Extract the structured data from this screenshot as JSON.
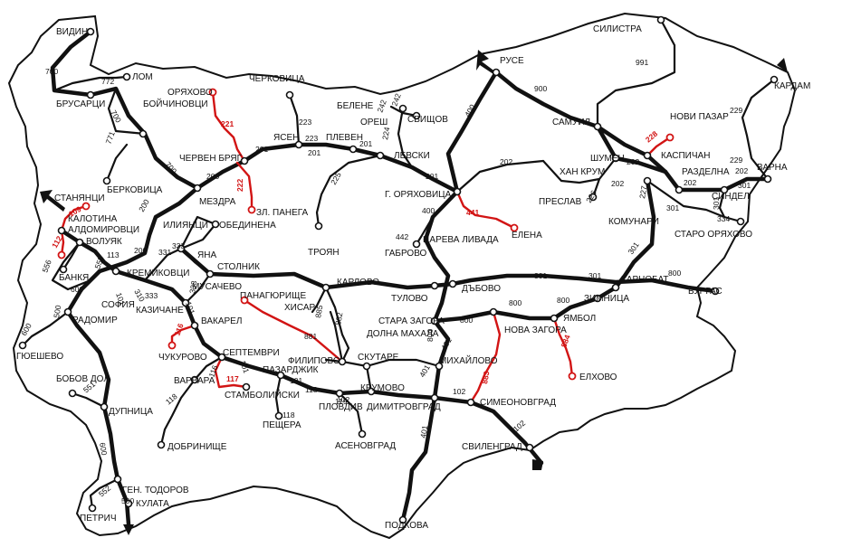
{
  "stations": {
    "vidin": "ВИДИН",
    "lom": "ЛОМ",
    "brusartsi": "БРУСАРЦИ",
    "boychinovtsi": "БОЙЧИНОВЦИ",
    "berkovitsa": "БЕРКОВИЦА",
    "oryahovo": "ОРЯХОВО",
    "cherven_bryag": "ЧЕРВЕН БРЯГ",
    "cherkovitsa": "ЧЕРКОВИЦА",
    "yasen": "ЯСЕН",
    "belene": "БЕЛЕНЕ",
    "oresh": "ОРЕШ",
    "svishtov": "СВИЩОВ",
    "pleven": "ПЛЕВЕН",
    "levski": "ЛЕВСКИ",
    "ruse": "РУСЕ",
    "silistra": "СИЛИСТРА",
    "kardam": "КАРДАМ",
    "samuil": "САМУИЛ",
    "novi_pazar": "НОВИ ПАЗАР",
    "kaspichan": "КАСПИЧАН",
    "shumen": "ШУМЕН",
    "han_krum": "ХАН КРУМ",
    "razdelna": "РАЗДЕЛНА",
    "varna": "ВАРНА",
    "sindel": "СИНДЕЛ",
    "preslav": "ПРЕСЛАВ",
    "komunari": "КОМУНАРИ",
    "staro_oryahovo": "СТАРО ОРЯХОВО",
    "mezdra": "МЕЗДРА",
    "zl_panega": "ЗЛ. ПАНЕГА",
    "g_oryahovitsa": "Г. ОРЯХОВИЦА",
    "elena": "ЕЛЕНА",
    "troyan": "ТРОЯН",
    "stanyantsi": "СТАНЯНЦИ",
    "kalotina": "КАЛОТИНА",
    "aldomirovtsi": "АЛДОМИРОВЦИ",
    "voluyak": "ВОЛУЯК",
    "iliyantsi": "ИЛИЯНЦИ",
    "obedinena": "ОБЕДИНЕНА",
    "yana": "ЯНА",
    "stolnik": "СТОЛНИК",
    "bankya": "БАНКЯ",
    "kremikovtsi": "КРЕМИКОВЦИ",
    "sofia": "СОФИЯ",
    "musachevo": "МУСАЧЕВО",
    "kazichane": "КАЗИЧАНЕ",
    "gabrovo": "ГАБРОВО",
    "tsareva_livada": "ЦАРЕВА ЛИВАДА",
    "karlovo": "КАРЛОВО",
    "tulovo": "ТУЛОВО",
    "dabovo": "ДЪБОВО",
    "karnobat": "КАРНОБАТ",
    "burgas": "БУРГАС",
    "zimnitsa": "ЗИМНИЦА",
    "yambol": "ЯМБОЛ",
    "elhovo": "ЕЛХОВО",
    "nova_zagora": "НОВА ЗАГОРА",
    "stara_zagora": "СТАРА ЗАГОРА",
    "dolna_mahala": "ДОЛНА МАХАЛА",
    "hisar": "ХИСАР",
    "panagyurishte": "ПАНАГЮРИЩЕ",
    "vakarel": "ВАКАРЕЛ",
    "radomir": "РАДОМИР",
    "gyueshevo": "ГЮЕШЕВО",
    "bobov_dol": "БОБОВ ДОЛ",
    "dupnitsa": "ДУПНИЦА",
    "chukurovo": "ЧУКУРОВО",
    "septemvri": "СЕПТЕМВРИ",
    "varvara": "ВАРВАРА",
    "pazardzhik": "ПАЗАРДЖИК",
    "filipovo": "ФИЛИПОВО",
    "skutare": "СКУТАРЕ",
    "mihaylovo": "МИХАЙЛОВО",
    "stamboliyski": "СТАМБОЛИЙСКИ",
    "plovdiv": "ПЛОВДИВ",
    "krumovo": "КРУМОВО",
    "dimitrovgrad": "ДИМИТРОВГРАД",
    "simeonovgrad": "СИМЕОНОВГРАД",
    "peshtera": "ПЕЩЕРА",
    "asenovgrad": "АСЕНОВГРАД",
    "svilengrad": "СВИЛЕНГРАД",
    "dobrinishte": "ДОБРИНИЩЕ",
    "gen_todorov": "ГЕН. ТОДОРОВ",
    "kulata": "КУЛАТА",
    "petrich": "ПЕТРИЧ",
    "podkova": "ПОДКОВА"
  },
  "line_numbers": {
    "n700a": "700",
    "n772": "772",
    "n700b": "700",
    "n771": "771",
    "n700c": "700",
    "n200a": "200",
    "n200b": "200",
    "n200c": "200",
    "n221": "221",
    "n222": "222",
    "n201a": "201",
    "n201b": "201",
    "n201c": "201",
    "n201d": "201",
    "n223a": "223",
    "n223b": "223",
    "n225": "225",
    "n224": "224",
    "n242a": "242",
    "n242b": "242",
    "n400a": "400",
    "n900": "900",
    "n991": "991",
    "n229a": "229",
    "n229b": "229",
    "n228": "228",
    "n202a": "202",
    "n202b": "202",
    "n202c": "202",
    "n202d": "202",
    "n226": "226",
    "n227": "227",
    "n301a": "301",
    "n301b": "301",
    "n301c": "301",
    "n301d": "301",
    "n301e": "301",
    "n334": "334",
    "n441": "441",
    "n400b": "400",
    "n442": "442",
    "n800a": "800",
    "n800b": "800",
    "n800c": "800",
    "n800d": "800",
    "n109": "109",
    "n112": "112",
    "n556": "556",
    "n555": "555",
    "n113": "113",
    "n600a": "600",
    "n331": "331",
    "n333a": "333",
    "n333b": "333",
    "n333c": "333",
    "n310": "310",
    "n101a": "101",
    "n101b": "101",
    "n101c": "101",
    "n101d": "101",
    "n500": "500",
    "n600b": "600",
    "n551": "551",
    "n600c": "600",
    "n552": "552",
    "n500b": "500",
    "n116": "116",
    "n117": "117",
    "n118a": "118",
    "n118b": "118",
    "n116b": "116",
    "n118c": "118",
    "n119": "119",
    "n102a": "102",
    "n102b": "102",
    "n102c": "102",
    "n401a": "401",
    "n401b": "401",
    "n401c": "401",
    "n885": "885",
    "n881": "881",
    "n882": "882",
    "n883": "883",
    "n884": "884",
    "n800e": "800"
  },
  "colors": {
    "track": "#111111",
    "red_line": "#d21414",
    "background": "#ffffff"
  },
  "icons": {
    "arrow": "border-crossing-arrow",
    "station": "station-circle"
  }
}
